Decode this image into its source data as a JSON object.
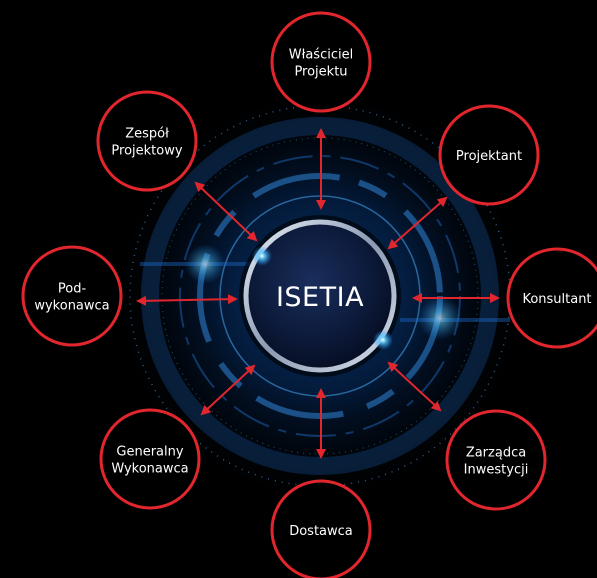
{
  "center": {
    "label": "ISETIA"
  },
  "nodes": [
    {
      "id": "wlasciciel-projektu",
      "lines": [
        "Właściciel",
        "Projektu"
      ]
    },
    {
      "id": "projektant",
      "lines": [
        "Projektant"
      ]
    },
    {
      "id": "konsultant",
      "lines": [
        "Konsultant"
      ]
    },
    {
      "id": "zarzadca-inwestycji",
      "lines": [
        "Zarządca",
        "Inwestycji"
      ]
    },
    {
      "id": "dostawca",
      "lines": [
        "Dostawca"
      ]
    },
    {
      "id": "generalny-wykonawca",
      "lines": [
        "Generalny",
        "Wykonawca"
      ]
    },
    {
      "id": "podwykonawca",
      "lines": [
        "Pod-",
        "wykonawca"
      ]
    },
    {
      "id": "zespol-projektowy",
      "lines": [
        "Zespół",
        "Projektowy"
      ]
    }
  ],
  "colors": {
    "background": "#000000",
    "node_border": "#e1262d",
    "arrow": "#e1262d",
    "center_fill": "#0c1a3a",
    "glow": "#1e90ff",
    "text": "#ffffff"
  }
}
